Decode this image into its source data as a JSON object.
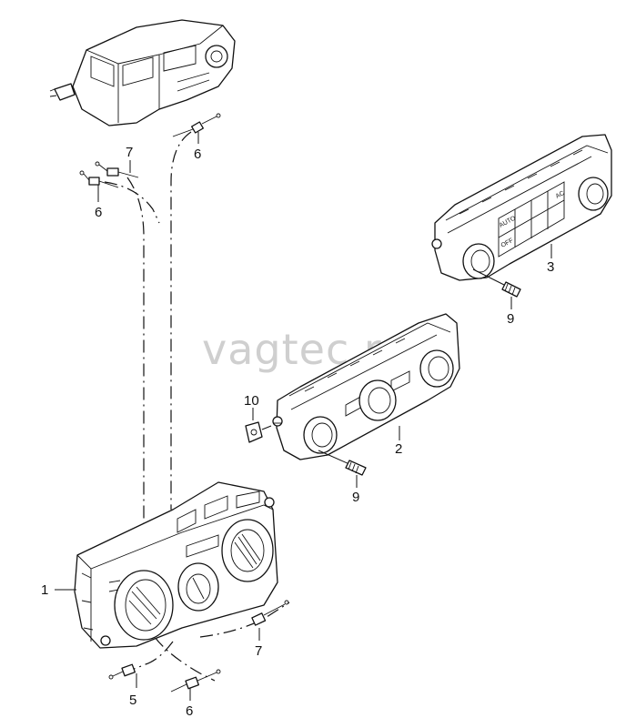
{
  "watermark": "vagtec.ru",
  "callouts": {
    "c1": "1",
    "c2": "2",
    "c3": "3",
    "c5": "5",
    "c6a": "6",
    "c6b": "6",
    "c6c": "6",
    "c7a": "7",
    "c7b": "7",
    "c9a": "9",
    "c9b": "9",
    "c10": "10"
  },
  "panel_labels": {
    "auto": "AUTO",
    "off": "OFF",
    "ac": "AC"
  }
}
